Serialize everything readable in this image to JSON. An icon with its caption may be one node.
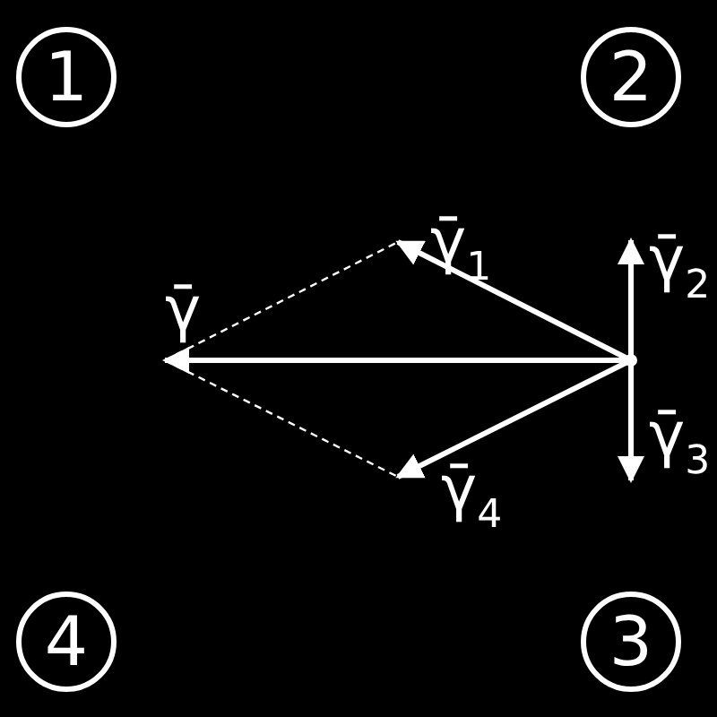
{
  "diagram": {
    "nodes": [
      {
        "text": [
          "1"
        ]
      },
      {
        "text": [
          "2"
        ]
      },
      {
        "text": [
          "4"
        ]
      },
      {
        "text": [
          "3"
        ]
      }
    ],
    "labels": [
      "γ̄$_{1}$",
      "γ̄$_{2}$",
      "γ̄",
      "γ̄$_{3}$",
      "γ̄$_{4}$"
    ]
  }
}
